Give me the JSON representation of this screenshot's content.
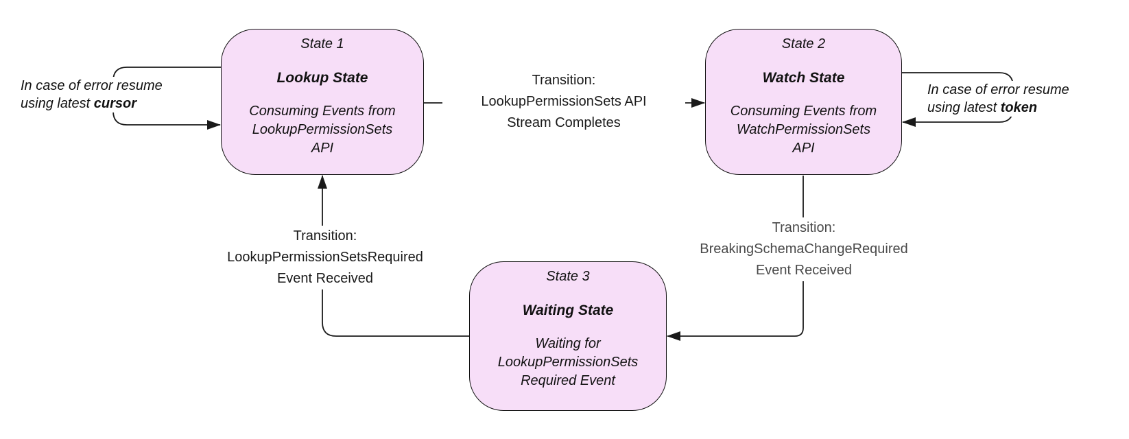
{
  "theme": {
    "canvas-bg": "#ffffff",
    "node-fill": "#f7def8",
    "node-stroke": "#111111",
    "ink": "#1a1a1a",
    "muted-label": "#4a4a4a"
  },
  "diagram": {
    "states": [
      {
        "title": "State 1",
        "name": "Lookup State",
        "description": "Consuming Events from\nLookupPermissionSets\nAPI"
      },
      {
        "title": "State 2",
        "name": "Watch State",
        "description": "Consuming Events from\nWatchPermissionSets\nAPI"
      },
      {
        "title": "State 3",
        "name": "Waiting State",
        "description": "Waiting for\nLookupPermissionSets\nRequired Event"
      }
    ],
    "transitions": [
      {
        "from": "State 1",
        "to": "State 2",
        "label": "Transition:\nLookupPermissionSets API\nStream Completes"
      },
      {
        "from": "State 2",
        "to": "State 3",
        "label": "Transition:\nBreakingSchemaChangeRequired\nEvent Received"
      },
      {
        "from": "State 3",
        "to": "State 1",
        "label": "Transition:\nLookupPermissionSetsRequired\nEvent Received"
      }
    ],
    "error_loops": [
      {
        "state": "State 1",
        "line1": "In case of error resume",
        "line2_prefix": "using latest ",
        "keyword": "cursor"
      },
      {
        "state": "State 2",
        "line1": "In case of error resume",
        "line2_prefix": "using latest ",
        "keyword": "token"
      }
    ]
  }
}
